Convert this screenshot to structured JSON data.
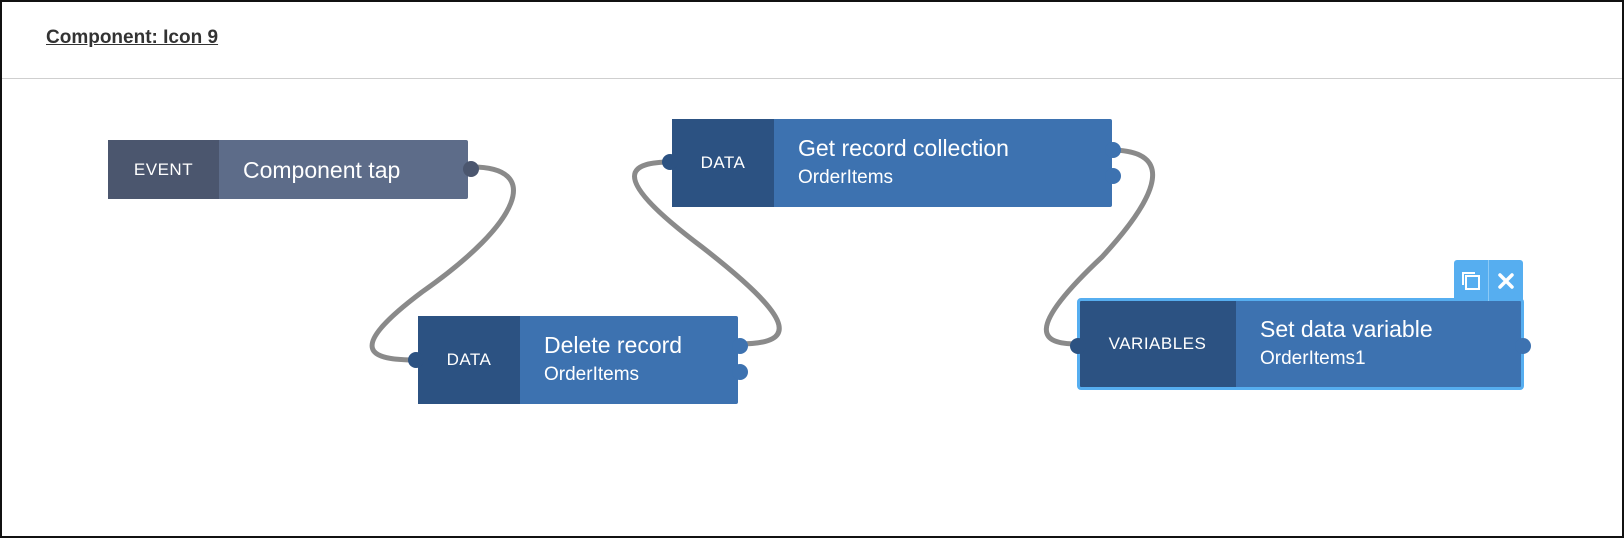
{
  "header": {
    "title": "Component: Icon 9"
  },
  "nodes": {
    "event": {
      "kind": "EVENT",
      "label": "Component tap"
    },
    "delete": {
      "kind": "DATA",
      "label": "Delete record",
      "sub": "OrderItems"
    },
    "get": {
      "kind": "DATA",
      "label": "Get record collection",
      "sub": "OrderItems"
    },
    "setvar": {
      "kind": "VARIABLES",
      "label": "Set data variable",
      "sub": "OrderItems1"
    }
  },
  "toolbar": {
    "icons": [
      "duplicate-icon",
      "close-icon"
    ]
  },
  "colors": {
    "event": "#5d6c89",
    "data": "#3d72b0",
    "kind_dark": "#2c5282",
    "selection": "#56aef0",
    "wire": "#8a8a8a"
  }
}
